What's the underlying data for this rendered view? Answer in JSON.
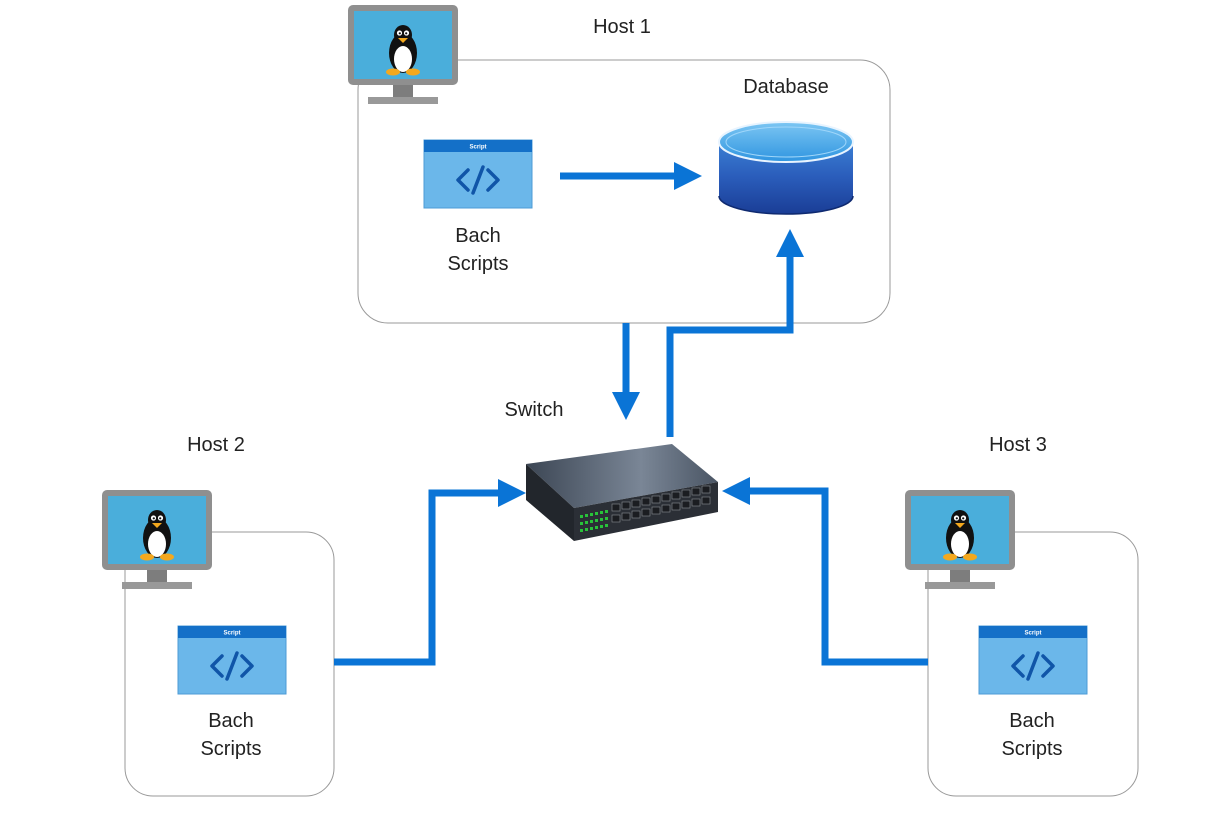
{
  "hosts": [
    {
      "label": "Host 1",
      "script_label_1": "Bach",
      "script_label_2": "Scripts"
    },
    {
      "label": "Host 2",
      "script_label_1": "Bach",
      "script_label_2": "Scripts"
    },
    {
      "label": "Host 3",
      "script_label_1": "Bach",
      "script_label_2": "Scripts"
    }
  ],
  "database": {
    "label": "Database"
  },
  "switch": {
    "label": "Switch"
  },
  "script_icon": {
    "header": "Script",
    "glyph": "</>"
  },
  "colors": {
    "connector": "#0a74d6",
    "screen": "#4aaedb",
    "monitor_frame": "#8c8c8c",
    "script_body": "#6bb7ea",
    "script_header": "#1470c8",
    "database_top": "#3f9fe2",
    "database_body": "#1f4aa8"
  },
  "icons": [
    "linux-monitor-icon",
    "script-icon",
    "database-icon",
    "network-switch-icon"
  ]
}
